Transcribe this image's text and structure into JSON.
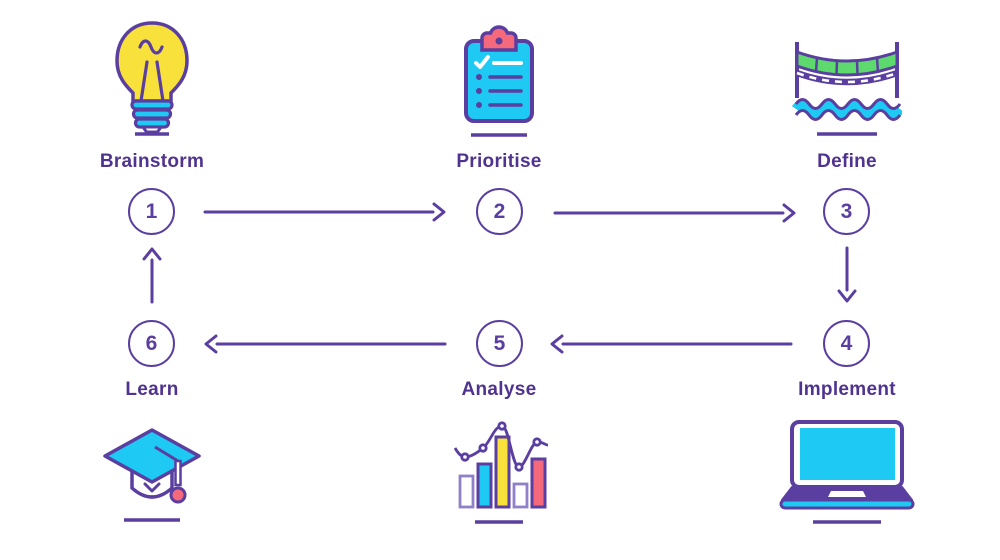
{
  "steps": [
    {
      "number": "1",
      "label": "Brainstorm",
      "icon": "lightbulb-icon"
    },
    {
      "number": "2",
      "label": "Prioritise",
      "icon": "clipboard-checklist-icon"
    },
    {
      "number": "3",
      "label": "Define",
      "icon": "bridge-icon"
    },
    {
      "number": "4",
      "label": "Implement",
      "icon": "laptop-icon"
    },
    {
      "number": "5",
      "label": "Analyse",
      "icon": "bar-chart-icon"
    },
    {
      "number": "6",
      "label": "Learn",
      "icon": "graduation-cap-icon"
    }
  ],
  "arrows": [
    {
      "from": "1",
      "to": "2",
      "direction": "right"
    },
    {
      "from": "2",
      "to": "3",
      "direction": "right"
    },
    {
      "from": "3",
      "to": "4",
      "direction": "down"
    },
    {
      "from": "4",
      "to": "5",
      "direction": "left"
    },
    {
      "from": "5",
      "to": "6",
      "direction": "left"
    },
    {
      "from": "6",
      "to": "1",
      "direction": "up"
    }
  ],
  "colors": {
    "purple": "#5a3ea0",
    "purple_light": "#8f80c9",
    "label_text": "#50338f",
    "cyan": "#1ec9f4",
    "yellow": "#f8e13b",
    "pink": "#f5697d",
    "green": "#5ed96d",
    "background": "#ffffff"
  }
}
